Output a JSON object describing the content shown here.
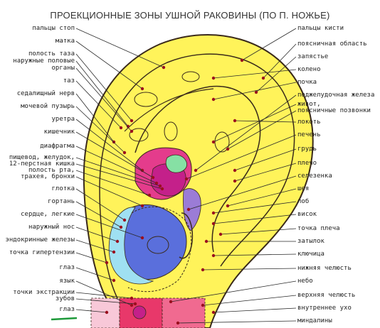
{
  "title": "ПРОЕКЦИОННЫЕ ЗОНЫ УШНОЙ РАКОВИНЫ (ПО П. НОЖЬЕ)",
  "colors": {
    "ear_fill": "#fff35a",
    "ear_outline": "#3a2a1a",
    "zone_pink": "#e43c8c",
    "zone_magenta": "#c4208a",
    "zone_blue": "#5a6fdc",
    "zone_cyan": "#9fe0f2",
    "zone_green": "#86e0a4",
    "zone_purple": "#9b7cd6",
    "zone_red": "#e8386a",
    "leader": "#2a2a2a",
    "dot": "#9a0f1e",
    "underline": "#1e9a3a"
  },
  "labels": {
    "left": [
      "пальцы стоп",
      "матка",
      "полость таза",
      "наружные половые",
      "органы",
      "таз",
      "седалищный нерв",
      "мочевой пузырь",
      "уретра",
      "кишечник",
      "диафрагма",
      "пищевод, желудок,",
      "12-перстная кишка",
      "полость рта,",
      "трахея, бронхи",
      "глотка",
      "гортань",
      "сердце, легкие",
      "наружный нос",
      "эндокринные железы",
      "точка гипертензии",
      "глаз",
      "язык",
      "точки экстракции",
      "зубов",
      "глаз"
    ],
    "right": [
      "пальцы кисти",
      "поясничная область",
      "запястье",
      "колено",
      "почка",
      "поджелудочная железа",
      "живот,",
      "поясничные позвонки",
      "локоть",
      "печень",
      "грудь",
      "плечо",
      "селезенка",
      "шея",
      "лоб",
      "висок",
      "точка плеча",
      "затылок",
      "ключица",
      "нижняя челюсть",
      "небо",
      "верхняя челюсть",
      "внутреннее ухо",
      "миндалины"
    ]
  }
}
